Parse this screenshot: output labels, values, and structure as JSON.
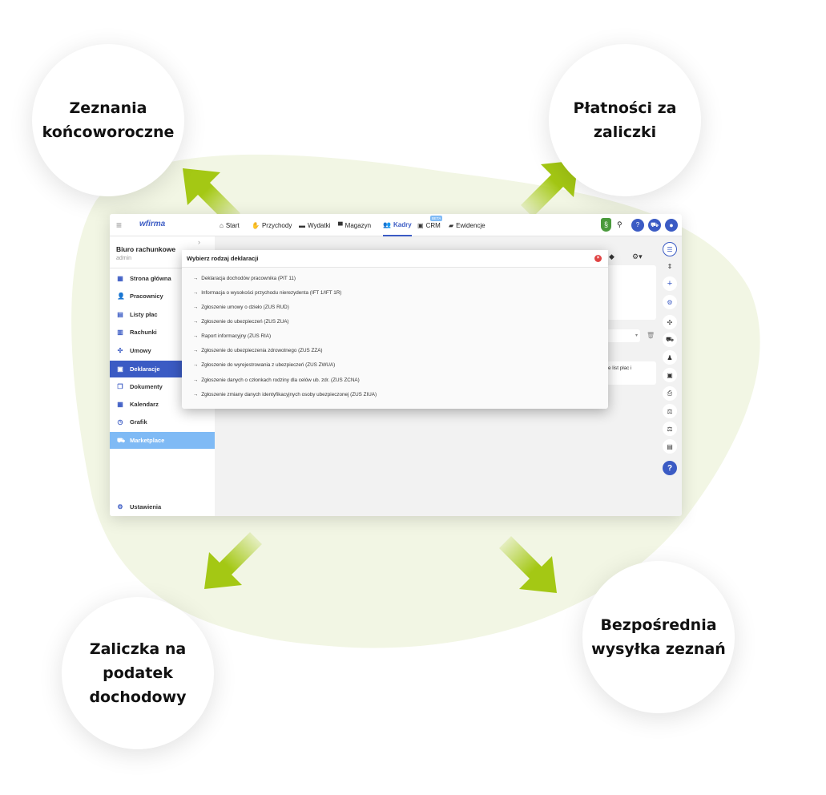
{
  "bubbles": {
    "top_left": "Zeznania końcoworoczne",
    "top_right": "Płatności za zaliczki",
    "bottom_left": "Zaliczka na podatek dochodowy",
    "bottom_right": "Bezpośrednia wysyłka zeznań"
  },
  "app": {
    "logo": "wfirma",
    "nav": [
      {
        "icon": "home-icon",
        "label": "Start"
      },
      {
        "icon": "income-icon",
        "label": "Przychody"
      },
      {
        "icon": "wallet-icon",
        "label": "Wydatki"
      },
      {
        "icon": "warehouse-icon",
        "label": "Magazyn"
      },
      {
        "icon": "users-icon",
        "label": "Kadry",
        "active": true
      },
      {
        "icon": "crm-icon",
        "label": "CRM",
        "badge": "BETA"
      },
      {
        "icon": "folder-icon",
        "label": "Ewidencje"
      }
    ],
    "company": "Biuro rachunkowe",
    "user": "admin",
    "sidebar": [
      {
        "label": "Strona główna"
      },
      {
        "label": "Pracownicy"
      },
      {
        "label": "Listy płac"
      },
      {
        "label": "Rachunki"
      },
      {
        "label": "Umowy"
      },
      {
        "label": "Deklaracje",
        "active": true
      },
      {
        "label": "Dokumenty"
      },
      {
        "label": "Kalendarz"
      },
      {
        "label": "Grafik"
      },
      {
        "label": "Marketplace"
      }
    ],
    "settings": "Ustawienia",
    "background_snippet": "e list płac i",
    "modal": {
      "title": "Wybierz rodzaj deklaracji",
      "items": [
        "Deklaracja dochodów pracownika (PIT 11)",
        "Informacja o wysokości przychodu nierezydenta (IFT 1/IFT 1R)",
        "Zgłoszenie umowy o dzieło (ZUS RUD)",
        "Zgłoszenie do ubezpieczeń (ZUS ZUA)",
        "Raport informacyjny (ZUS RIA)",
        "Zgłoszenie do ubezpieczenia zdrowotnego (ZUS ZZA)",
        "Zgłoszenie do wyrejestrowania z ubezpieczeń (ZUS ZWUA)",
        "Zgłoszenie danych o członkach rodziny dla celów ub. zdr. (ZUS ZCNA)",
        "Zgłoszenie zmiany danych identyfikacyjnych osoby ubezpieczonej (ZUS ZIUA)"
      ]
    },
    "colors": {
      "accent": "#3b5bc4",
      "green": "#a4c814",
      "blob": "#f2f6e4"
    }
  }
}
